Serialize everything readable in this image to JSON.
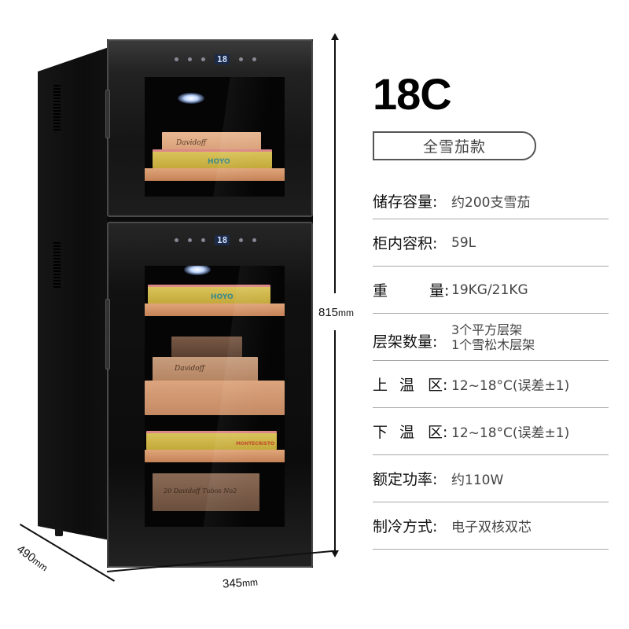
{
  "product": {
    "model": "18C",
    "variant_badge": "全雪茄款",
    "display_reading_upper": "18",
    "display_reading_lower": "18",
    "box_labels": {
      "upper_cedar": "Davidoff",
      "upper_yellow": "HOYO",
      "lower_top_yellow": "HOYO",
      "lower_mid_cedar": "Davidoff",
      "lower_third_yellow": "MONTECRISTO",
      "lower_bottom": "20 Davidoff Tubos No2"
    }
  },
  "dimensions": {
    "height": {
      "value": "815",
      "unit": "mm"
    },
    "width": {
      "value": "345",
      "unit": "mm"
    },
    "depth": {
      "value": "490",
      "unit": "mm"
    }
  },
  "specs": [
    {
      "key": "储存容量:",
      "value": "约200支雪茄"
    },
    {
      "key": "柜内容积:",
      "value": "59L"
    },
    {
      "key_parts": [
        "重",
        "量:"
      ],
      "value": "19KG/21KG"
    },
    {
      "key": "层架数量:",
      "value_lines": [
        "3个平方层架",
        "1个雪松木层架"
      ]
    },
    {
      "key_parts": [
        "上",
        "温",
        "区:"
      ],
      "value": "12~18°C(误差±1)"
    },
    {
      "key_parts": [
        "下",
        "温",
        "区:"
      ],
      "value": "12~18°C(误差±1)"
    },
    {
      "key": "额定功率:",
      "value": "约110W"
    },
    {
      "key": "制冷方式:",
      "value": "电子双核双芯"
    }
  ],
  "colors": {
    "cabinet": "#0b0b0b",
    "cedar_shelf": "#d4956a",
    "lcd_bg": "#1c2a48",
    "text_key": "#111111",
    "text_value": "#444444",
    "divider": "#a8a8a8"
  }
}
